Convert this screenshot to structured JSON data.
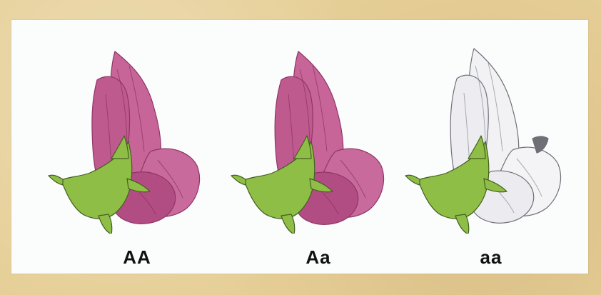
{
  "labels": {
    "first": "AA",
    "second": "Aa",
    "third": "aa"
  },
  "colors": {
    "background": "#e6cf97",
    "panel": "#fbfcfc",
    "purple_petal": "#c9669a",
    "purple_petal_dark": "#9e3f73",
    "white_petal": "#f3f3f6",
    "white_petal_dark": "#8b8b95",
    "sepal": "#93c24a",
    "sepal_dark": "#4f6d25"
  }
}
